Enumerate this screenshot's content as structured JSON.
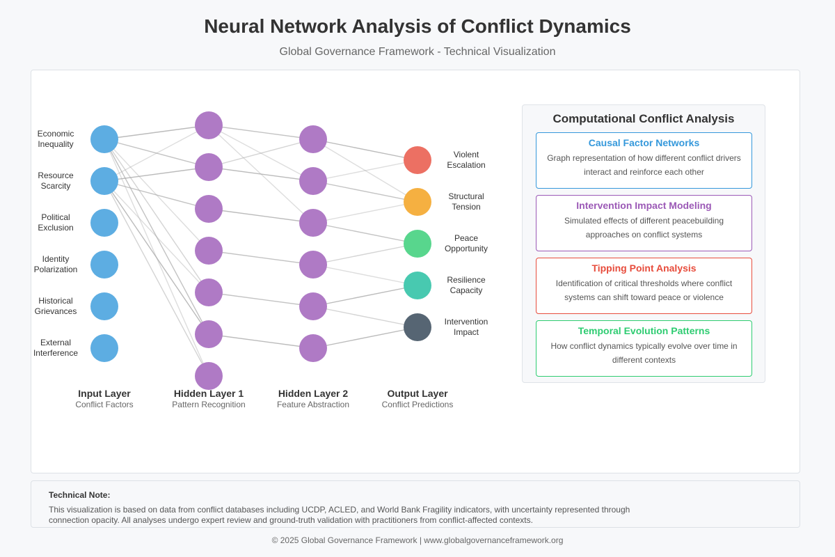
{
  "header": {
    "title": "Neural Network Analysis of Conflict Dynamics",
    "subtitle": "Global Governance Framework - Technical Visualization"
  },
  "network": {
    "layers": [
      {
        "name": "Input Layer",
        "caption": "Conflict Factors",
        "color": "#5dade2",
        "nodes": [
          [
            "Economic",
            "Inequality"
          ],
          [
            "Resource",
            "Scarcity"
          ],
          [
            "Political",
            "Exclusion"
          ],
          [
            "Identity",
            "Polarization"
          ],
          [
            "Historical",
            "Grievances"
          ],
          [
            "External",
            "Interference"
          ]
        ]
      },
      {
        "name": "Hidden Layer 1",
        "caption": "Pattern Recognition",
        "color": "#af7ac5",
        "nodes": [
          [],
          [],
          [],
          [],
          [],
          [],
          []
        ]
      },
      {
        "name": "Hidden Layer 2",
        "caption": "Feature Abstraction",
        "color": "#af7ac5",
        "nodes": [
          [],
          [],
          [],
          [],
          [],
          []
        ]
      },
      {
        "name": "Output Layer",
        "caption": "Conflict Predictions",
        "nodes": [
          {
            "label": [
              "Violent",
              "Escalation"
            ],
            "color": "#ec7063"
          },
          {
            "label": [
              "Structural",
              "Tension"
            ],
            "color": "#f5b041"
          },
          {
            "label": [
              "Peace",
              "Opportunity"
            ],
            "color": "#58d68d"
          },
          {
            "label": [
              "Resilience",
              "Capacity"
            ],
            "color": "#48c9b0"
          },
          {
            "label": [
              "Intervention",
              "Impact"
            ],
            "color": "#566573"
          }
        ]
      }
    ],
    "connections": [
      {
        "from": [
          0,
          0
        ],
        "to": [
          1,
          0
        ],
        "opacity": 0.8
      },
      {
        "from": [
          0,
          0
        ],
        "to": [
          1,
          1
        ],
        "opacity": 0.7
      },
      {
        "from": [
          0,
          0
        ],
        "to": [
          1,
          3
        ],
        "opacity": 0.4
      },
      {
        "from": [
          0,
          0
        ],
        "to": [
          1,
          4
        ],
        "opacity": 0.5
      },
      {
        "from": [
          0,
          0
        ],
        "to": [
          1,
          5
        ],
        "opacity": 0.7
      },
      {
        "from": [
          0,
          0
        ],
        "to": [
          1,
          6
        ],
        "opacity": 0.4
      },
      {
        "from": [
          0,
          1
        ],
        "to": [
          1,
          0
        ],
        "opacity": 0.4
      },
      {
        "from": [
          0,
          1
        ],
        "to": [
          1,
          1
        ],
        "opacity": 0.8
      },
      {
        "from": [
          0,
          1
        ],
        "to": [
          1,
          2
        ],
        "opacity": 0.7
      },
      {
        "from": [
          0,
          1
        ],
        "to": [
          1,
          4
        ],
        "opacity": 0.4
      },
      {
        "from": [
          0,
          1
        ],
        "to": [
          1,
          5
        ],
        "opacity": 0.8
      },
      {
        "from": [
          0,
          1
        ],
        "to": [
          1,
          6
        ],
        "opacity": 0.5
      },
      {
        "from": [
          1,
          0
        ],
        "to": [
          2,
          0
        ],
        "opacity": 0.7
      },
      {
        "from": [
          1,
          0
        ],
        "to": [
          2,
          1
        ],
        "opacity": 0.4
      },
      {
        "from": [
          1,
          0
        ],
        "to": [
          2,
          2
        ],
        "opacity": 0.4
      },
      {
        "from": [
          1,
          1
        ],
        "to": [
          2,
          0
        ],
        "opacity": 0.5
      },
      {
        "from": [
          1,
          1
        ],
        "to": [
          2,
          1
        ],
        "opacity": 0.8
      },
      {
        "from": [
          1,
          2
        ],
        "to": [
          2,
          2
        ],
        "opacity": 0.8
      },
      {
        "from": [
          1,
          3
        ],
        "to": [
          2,
          3
        ],
        "opacity": 0.7
      },
      {
        "from": [
          1,
          4
        ],
        "to": [
          2,
          4
        ],
        "opacity": 0.7
      },
      {
        "from": [
          1,
          5
        ],
        "to": [
          2,
          5
        ],
        "opacity": 0.8
      },
      {
        "from": [
          2,
          0
        ],
        "to": [
          3,
          0
        ],
        "opacity": 0.8
      },
      {
        "from": [
          2,
          0
        ],
        "to": [
          3,
          1
        ],
        "opacity": 0.4
      },
      {
        "from": [
          2,
          1
        ],
        "to": [
          3,
          0
        ],
        "opacity": 0.4
      },
      {
        "from": [
          2,
          1
        ],
        "to": [
          3,
          1
        ],
        "opacity": 0.7
      },
      {
        "from": [
          2,
          2
        ],
        "to": [
          3,
          1
        ],
        "opacity": 0.4
      },
      {
        "from": [
          2,
          2
        ],
        "to": [
          3,
          2
        ],
        "opacity": 0.7
      },
      {
        "from": [
          2,
          3
        ],
        "to": [
          3,
          2
        ],
        "opacity": 0.5
      },
      {
        "from": [
          2,
          3
        ],
        "to": [
          3,
          3
        ],
        "opacity": 0.4
      },
      {
        "from": [
          2,
          4
        ],
        "to": [
          3,
          3
        ],
        "opacity": 0.8
      },
      {
        "from": [
          2,
          4
        ],
        "to": [
          3,
          4
        ],
        "opacity": 0.5
      },
      {
        "from": [
          2,
          5
        ],
        "to": [
          3,
          4
        ],
        "opacity": 0.8
      }
    ]
  },
  "panel": {
    "title": "Computational Conflict Analysis",
    "cards": [
      {
        "title": "Causal Factor Networks",
        "text": "Graph representation of how different conflict drivers interact and reinforce each other",
        "color": "#3498db"
      },
      {
        "title": "Intervention Impact Modeling",
        "text": "Simulated effects of different peacebuilding approaches on conflict systems",
        "color": "#9b59b6"
      },
      {
        "title": "Tipping Point Analysis",
        "text": "Identification of critical thresholds where conflict systems can shift toward peace or violence",
        "color": "#e74c3c"
      },
      {
        "title": "Temporal Evolution Patterns",
        "text": "How conflict dynamics typically evolve over time in different contexts",
        "color": "#2ecc71"
      }
    ]
  },
  "footer": {
    "note_title": "Technical Note:",
    "note_text": "This visualization is based on data from conflict databases including UCDP, ACLED, and World Bank Fragility indicators, with uncertainty represented through connection opacity. All analyses undergo expert review and ground-truth validation with practitioners from conflict-affected contexts.",
    "copyright": "© 2025 Global Governance Framework | www.globalgovernanceframework.org"
  }
}
